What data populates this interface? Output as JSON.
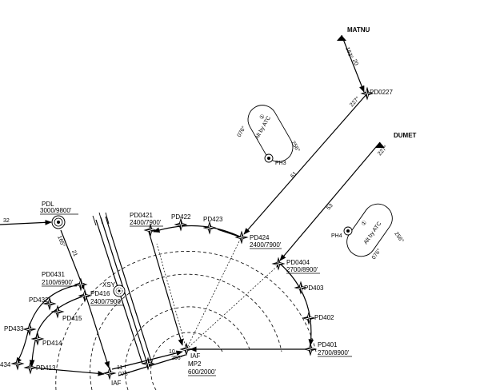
{
  "waypoints": {
    "matnu": "MATNU",
    "pd0227": "PD0227",
    "dumet": "DUMET",
    "pdl": "PDL",
    "pd0421": "PD0421",
    "pd0422": "PD422",
    "pd0423": "PD423",
    "pd0424": "PD424",
    "pd0404": "PD0404",
    "pd0403": "PD403",
    "pd0402": "PD402",
    "pd0401": "PD401",
    "pd0431": "PD0431",
    "pd0432": "PD432",
    "pd0433": "PD433",
    "pd0434": "434",
    "pd0415": "PD415",
    "pd0414": "PD414",
    "pd0413": "PD413",
    "pd0416": "PD416",
    "xsy": "XSY",
    "iaf_mp2": "IAF",
    "mp2": "MP2",
    "iaf_left": "IAF",
    "ph3": "PH3",
    "ph4": "PH4"
  },
  "constraints": {
    "pdl": "3000/9800'",
    "pd0421": "2400/7900'",
    "pd0424": "2400/7900'",
    "pd0404": "2700/8900'",
    "pd0401": "2700/8900'",
    "pd0431": "2100/6900'",
    "pd0416": "2400/7900'",
    "mp2": "600/2000'"
  },
  "holds": {
    "ph3_text": "Alt by ATC",
    "ph3_circle": "①",
    "ph3_in": "076°",
    "ph3_out": "256°",
    "ph4_text": "Alt by ATC",
    "ph4_circle": "①",
    "ph4_in": "076°",
    "ph4_out": "256°"
  },
  "tracks": {
    "matnu_course": "163°",
    "matnu_dist": "20",
    "pd0227_course": "227°",
    "pd0227_dist": "61",
    "dumet_course": "227°",
    "dumet_dist": "53",
    "pdl_course": "165°",
    "pdl_dist": "21",
    "west_dist": "32",
    "final_dist": "10",
    "final_course": "256°",
    "left_course": "078°",
    "left_dist": "11"
  }
}
